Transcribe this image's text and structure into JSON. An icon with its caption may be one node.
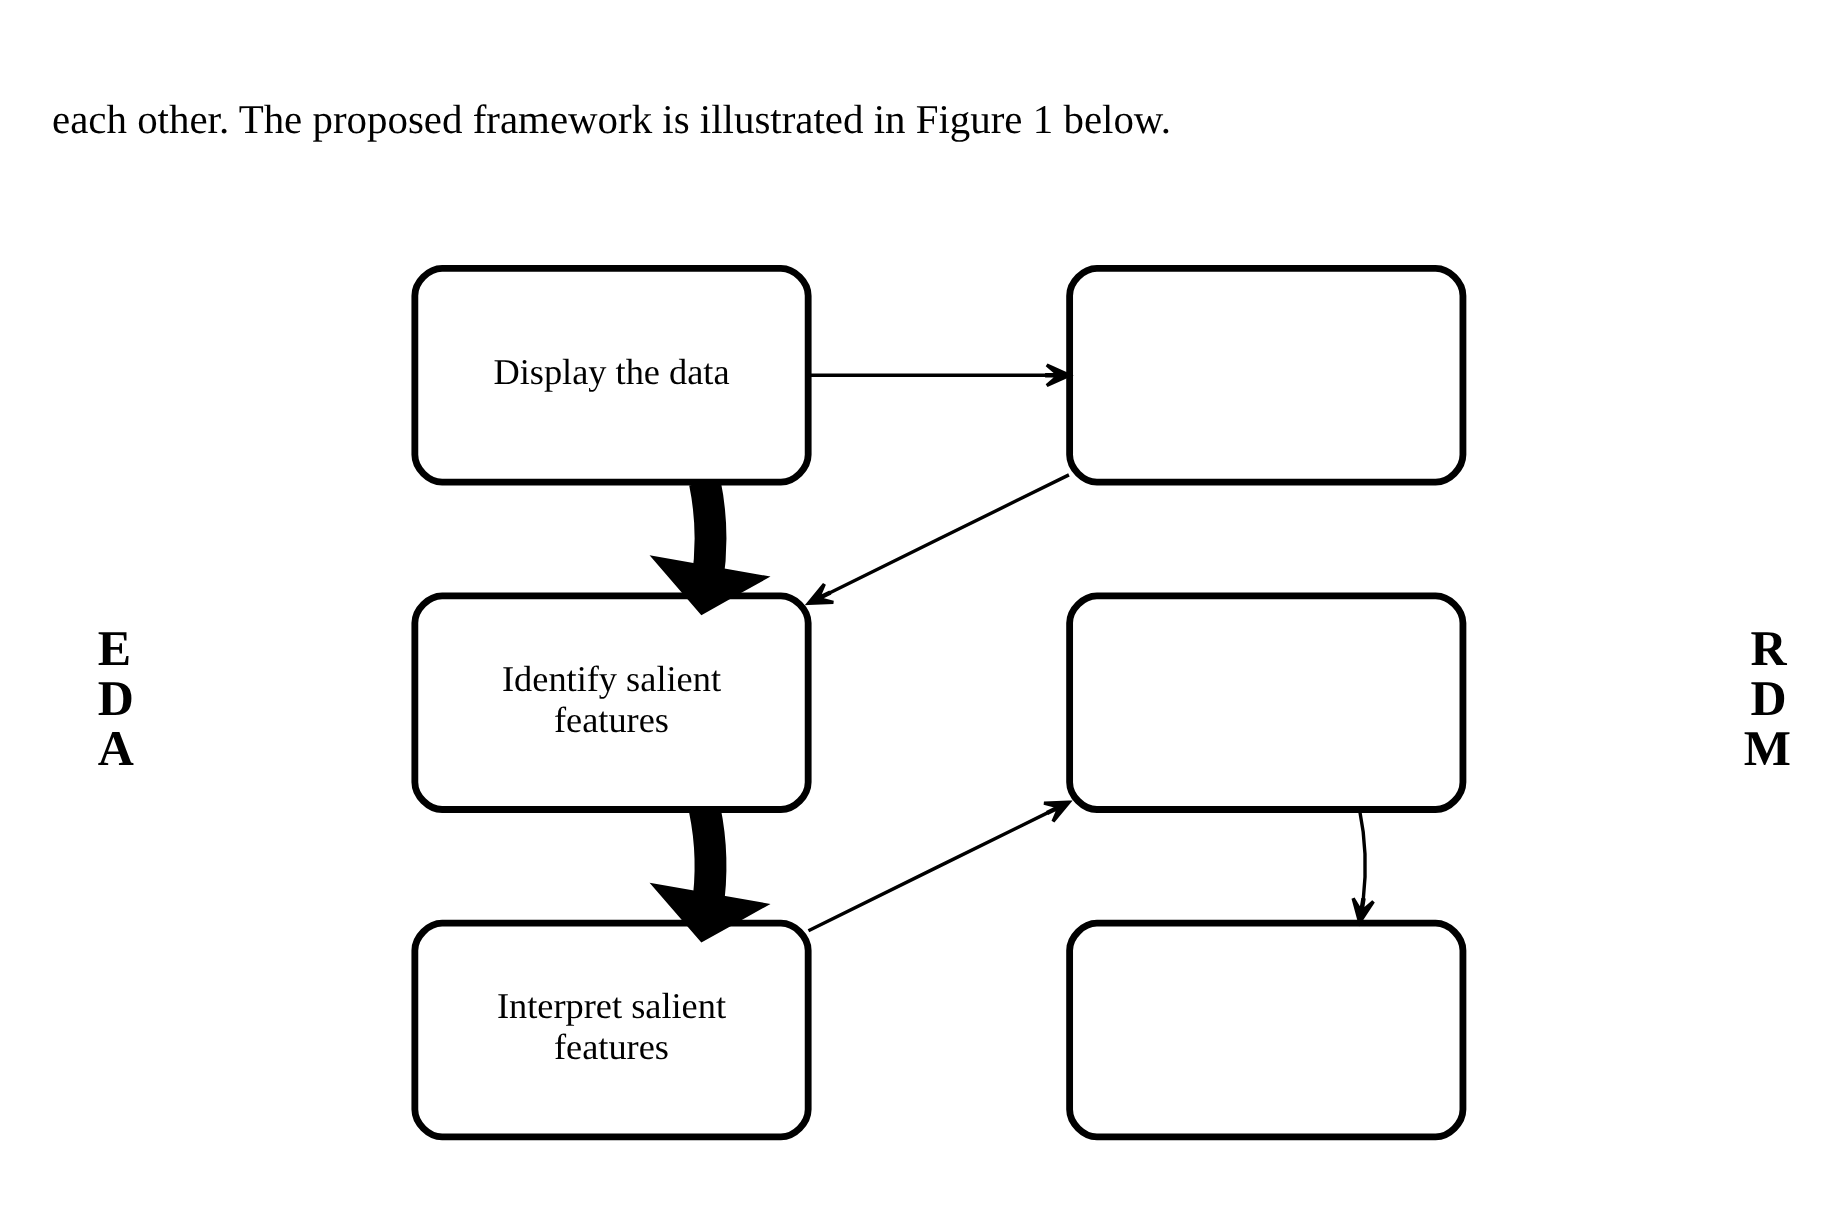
{
  "diagram": {
    "nodes": [
      {
        "text": [
          "Display the data"
        ]
      },
      {
        "text": [],
        "shape": "box"
      },
      {
        "text": [
          "Identify salient features"
        ]
      },
      {
        "text": [],
        "shape": "box"
      },
      {
        "text": [
          "Interpret salient features"
        ]
      },
      {
        "text": [],
        "shape": "box"
      }
    ],
    "edges": [
      {
        "from": 0,
        "to": 1,
        "arrow": "to"
      },
      {
        "from": 1,
        "to": 2,
        "arrow": "to"
      },
      {
        "from": 0,
        "to": 2,
        "arrow": "to",
        "style": "thick"
      },
      {
        "from": 2,
        "to": 4,
        "arrow": "to",
        "style": "thick"
      },
      {
        "from": 4,
        "to": 3,
        "arrow": "to"
      },
      {
        "from": 3,
        "to": 5,
        "arrow": "to"
      }
    ],
    "labels": [
      "each other. The proposed framework is illustrated in Figure 1 below.",
      "E D A",
      "R D M"
    ]
  }
}
